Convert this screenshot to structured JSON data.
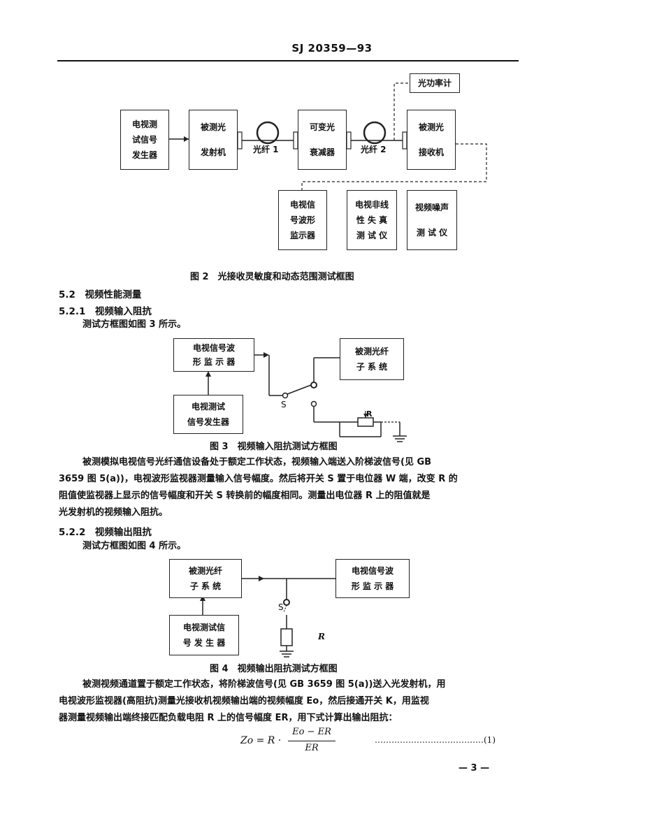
{
  "header": {
    "code": "SJ 20359—93"
  },
  "fig2": {
    "boxes": {
      "tv_gen": [
        "电视测",
        "试信号",
        "发生器"
      ],
      "tx": [
        "被测光",
        "发射机"
      ],
      "attn": [
        "可变光",
        "衰减器"
      ],
      "rx": [
        "被测光",
        "接收机"
      ],
      "power_meter": "光功率计",
      "waveform": [
        "电视信",
        "号波形",
        "监示器"
      ],
      "nonlinear": [
        "电视非线",
        "性 失 真",
        "测 试 仪"
      ],
      "noise": [
        "视频噪声",
        "测 试 仪"
      ]
    },
    "fiber1": "光纤 1",
    "fiber2": "光纤 2",
    "caption": "图 2　光接收灵敏度和动态范围测试框图"
  },
  "section_5_2": "5.2　视频性能测量",
  "section_5_2_1": "5.2.1　视频输入阻抗",
  "fig3_intro": "测试方框图如图 3 所示。",
  "fig3": {
    "boxes": {
      "waveform": [
        "电视信号波",
        "形 监 示 器"
      ],
      "system": [
        "被测光纤",
        "子 系 统"
      ],
      "generator": [
        "电视测试",
        "信号发生器"
      ]
    },
    "switch_label": "S",
    "r_label": "R",
    "caption": "图 3　视频输入阻抗测试方框图"
  },
  "para_5_2_1": [
    "被测模拟电视信号光纤通信设备处于额定工作状态，视频输入端送入阶梯波信号(见 GB",
    "3659 图 5(a))，电视波形监视器测量输入信号幅度。然后将开关 S 置于电位器 W 端，改变 R 的",
    "阻值使监视器上显示的信号幅度和开关 S 转换前的幅度相同。测量出电位器 R 上的阻值就是",
    "光发射机的视频输入阻抗。"
  ],
  "section_5_2_2": "5.2.2　视频输出阻抗",
  "fig4_intro": "测试方框图如图 4 所示。",
  "fig4": {
    "boxes": {
      "system": [
        "被测光纤",
        "子 系 统"
      ],
      "waveform": [
        "电视信号波",
        "形 监 示 器"
      ],
      "generator": [
        "电视测试信",
        "号 发 生 器"
      ]
    },
    "switch_label": "S",
    "r_label": "R",
    "caption": "图 4　视频输出阻抗测试方框图"
  },
  "para_5_2_2": [
    "被测视频通道置于额定工作状态，将阶梯波信号(见 GB 3659 图 5(a))送入光发射机，用",
    "电视波形监视器(高阻抗)测量光接收机视频输出端的视频幅度 Eo，然后接通开关 K，用监视",
    "器测量视频输出端终接匹配负载电阻 R 上的信号幅度 ER，用下式计算出输出阻抗："
  ],
  "formula": {
    "lhs": "Zo = R ·",
    "numerator": "Eo − ER",
    "denominator": "ER",
    "number": "…………………………………(1)"
  },
  "page_number": "— 3 —"
}
